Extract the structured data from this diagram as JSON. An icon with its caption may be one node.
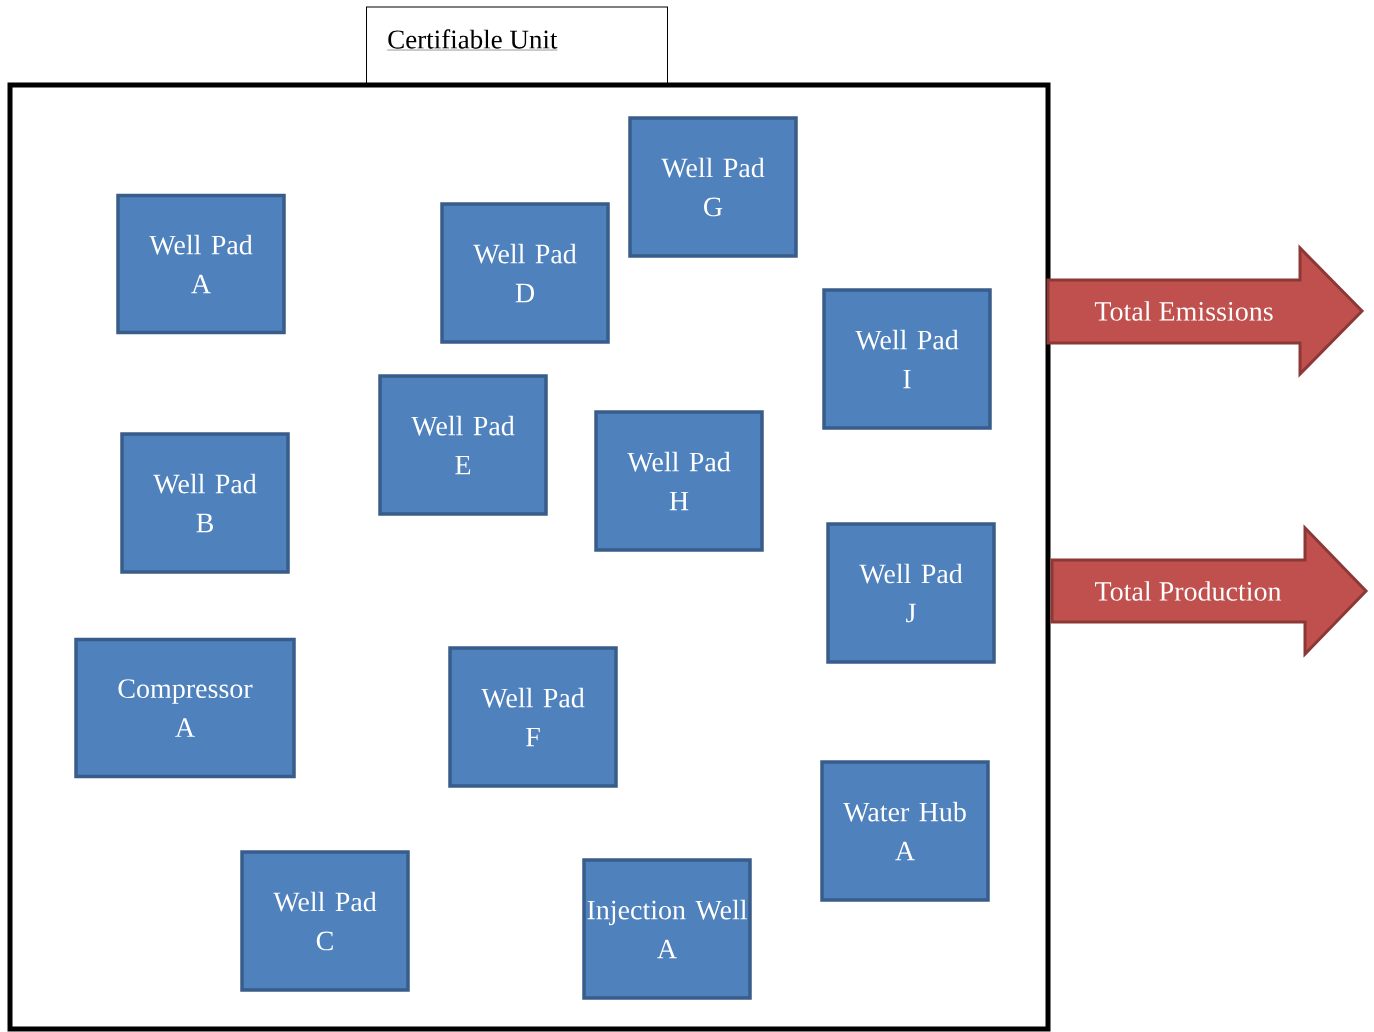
{
  "diagram": {
    "nodes": [
      {
        "text": [
          "Certifiable Unit"
        ]
      },
      {
        "text": [
          "Well Pad G"
        ],
        "in": 0
      },
      {
        "text": [
          "Well Pad A"
        ],
        "in": 0
      },
      {
        "text": [
          "Well Pad D"
        ],
        "in": 0
      },
      {
        "text": [
          "Well Pad I"
        ],
        "in": 0
      },
      {
        "text": [
          "Well Pad E"
        ],
        "in": 0
      },
      {
        "text": [
          "Well Pad H"
        ],
        "in": 0
      },
      {
        "text": [
          "Well Pad B"
        ],
        "in": 0
      },
      {
        "text": [
          "Well Pad J"
        ],
        "in": 0
      },
      {
        "text": [
          "Compressor A"
        ],
        "in": 0
      },
      {
        "text": [
          "Well Pad F"
        ],
        "in": 0
      },
      {
        "text": [
          "Water Hub A"
        ],
        "in": 0
      },
      {
        "text": [
          "Well Pad C"
        ],
        "in": 0
      },
      {
        "text": [
          "Injection Well A"
        ],
        "in": 0
      },
      {
        "text": [
          "Total Emissions"
        ]
      },
      {
        "text": [
          "Total Production"
        ]
      }
    ]
  }
}
